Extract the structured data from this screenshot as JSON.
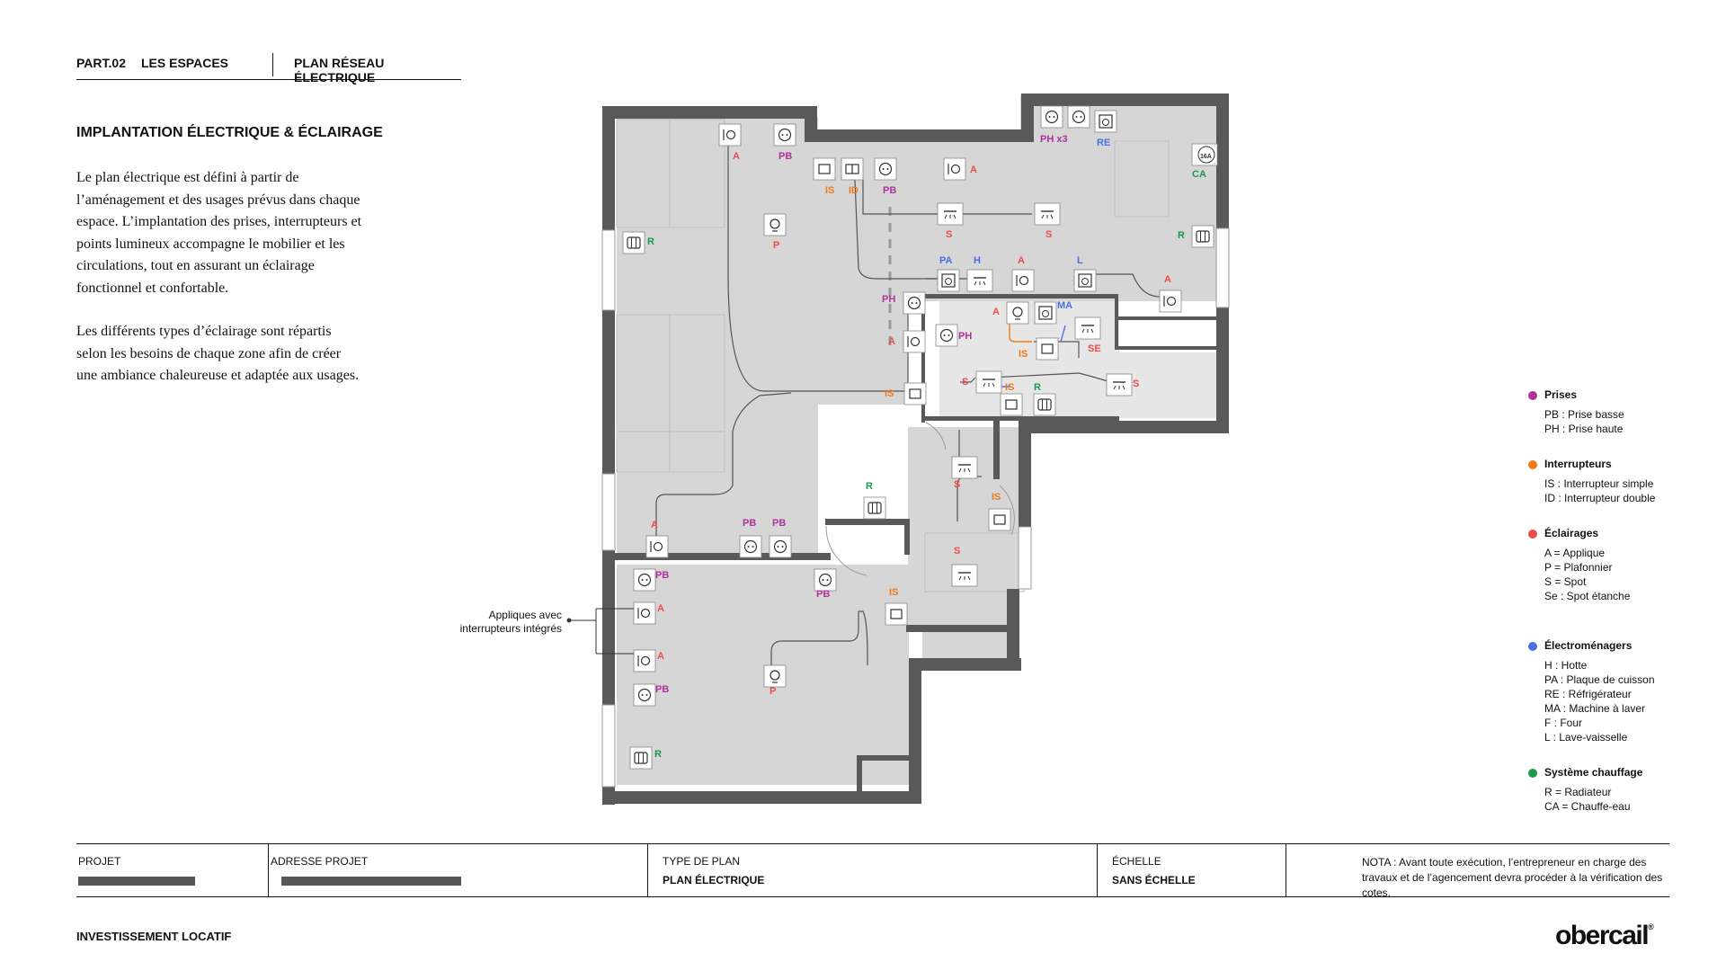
{
  "header": {
    "part": "PART.02",
    "section": "LES ESPACES",
    "plan": "PLAN RÉSEAU ÉLECTRIQUE"
  },
  "title": "IMPLANTATION ÉLECTRIQUE & ÉCLAIRAGE",
  "description": {
    "p1": "Le plan électrique est défini à partir de l’aménagement et des usages prévus dans chaque espace. L’implantation des prises, interrupteurs et points lumineux accompagne le mobilier et les circulations, tout en assurant un éclairage fonctionnel et confortable.",
    "p2": "Les différents types d’éclairage sont répartis selon les besoins de chaque zone afin de créer une ambiance chaleureuse et adaptée aux usages."
  },
  "callout": {
    "line1": "Appliques avec",
    "line2": "interrupteurs intégrés"
  },
  "plan": {
    "colors": {
      "prise": "#b0329a",
      "interrupteur": "#f07a17",
      "eclairage": "#ef4b4b",
      "electromenager": "#4a70e8",
      "chauffage": "#1a9a4a",
      "wall": "#595959",
      "floor": "#d6d6d6"
    },
    "labels": {
      "A": "A",
      "P": "P",
      "S": "S",
      "SE": "SE",
      "PB": "PB",
      "PH": "PH",
      "PHx3": "PH x3",
      "IS": "IS",
      "ID": "ID",
      "R": "R",
      "CA": "CA",
      "PA": "PA",
      "H": "H",
      "L": "L",
      "MA": "MA",
      "RE": "RE",
      "amp": "16A"
    }
  },
  "legend": {
    "prises": {
      "title": "Prises",
      "items": [
        "PB : Prise basse",
        "PH : Prise haute"
      ]
    },
    "interrupteurs": {
      "title": "Interrupteurs",
      "items": [
        "IS : Interrupteur simple",
        "ID : Interrupteur double"
      ]
    },
    "eclairages": {
      "title": "Éclairages",
      "items": [
        "A = Applique",
        "P = Plafonnier",
        "S = Spot",
        "Se : Spot étanche"
      ]
    },
    "electromenagers": {
      "title": "Électroménagers",
      "items": [
        "H : Hotte",
        "PA : Plaque de cuisson",
        "RE : Réfrigérateur",
        "MA : Machine à laver",
        "F : Four",
        "L : Lave-vaisselle"
      ]
    },
    "chauffage": {
      "title": "Système chauffage",
      "items": [
        "R = Radiateur",
        "CA = Chauffe-eau"
      ]
    }
  },
  "footer": {
    "projet_label": "PROJET",
    "adresse_label": "ADRESSE PROJET",
    "type_label": "TYPE DE PLAN",
    "type_value": "PLAN ÉLECTRIQUE",
    "echelle_label": "ÉCHELLE",
    "echelle_value": "SANS ÉCHELLE",
    "nota": "NOTA : Avant toute exécution, l’entrepreneur en charge des travaux et de l’agencement devra procéder à la vérification des cotes."
  },
  "bottom": {
    "left": "INVESTISSEMENT LOCATIF",
    "brand": "obercail",
    "brand_mark": "®"
  }
}
